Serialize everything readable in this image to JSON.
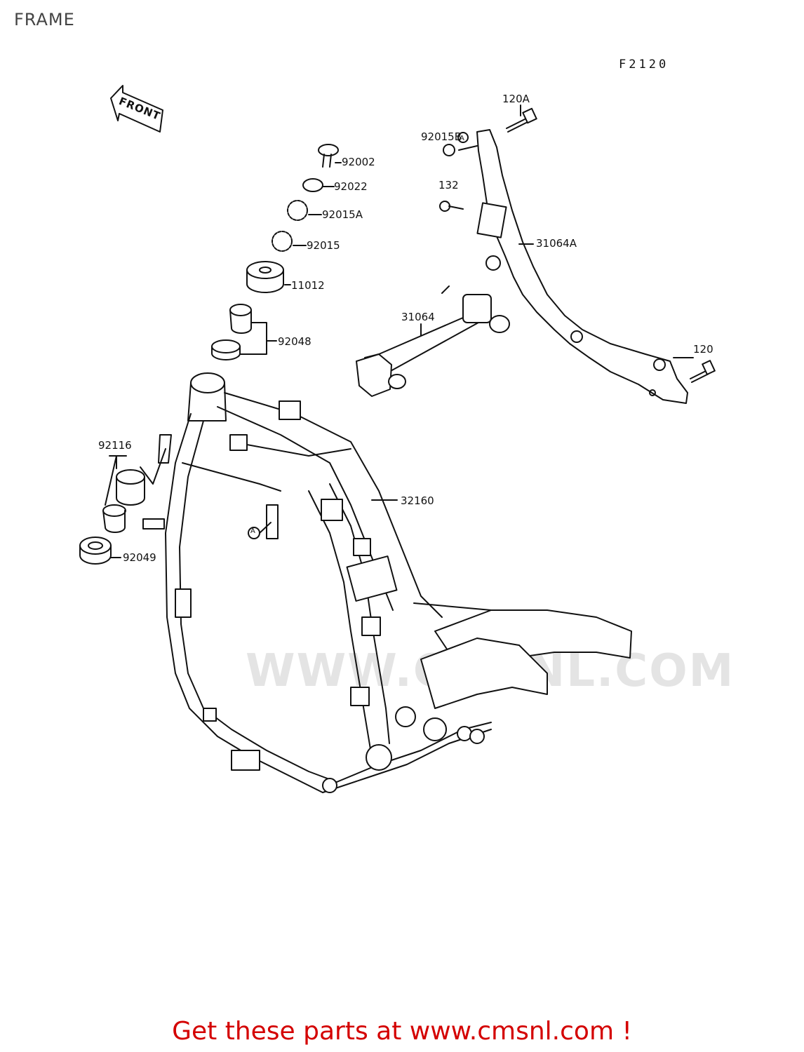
{
  "page": {
    "title": "FRAME",
    "figure_code": "F2120",
    "footer": "Get these parts at www.cmsnl.com !",
    "watermark": "WWW.CMSNL.COM"
  },
  "front_arrow": {
    "label": "FRONT"
  },
  "reference_marker": {
    "letter": "A"
  },
  "parts": [
    {
      "number": "120A"
    },
    {
      "number": "92015B"
    },
    {
      "number": "92002"
    },
    {
      "number": "92022"
    },
    {
      "number": "132"
    },
    {
      "number": "92015A"
    },
    {
      "number": "31064A"
    },
    {
      "number": "92015"
    },
    {
      "number": "11012"
    },
    {
      "number": "31064"
    },
    {
      "number": "92048"
    },
    {
      "number": "120"
    },
    {
      "number": "92116"
    },
    {
      "number": "32160"
    },
    {
      "number": "92049"
    }
  ],
  "colors": {
    "line": "#111111",
    "footer_text": "#d40000",
    "watermark": "#e4e4e4"
  }
}
